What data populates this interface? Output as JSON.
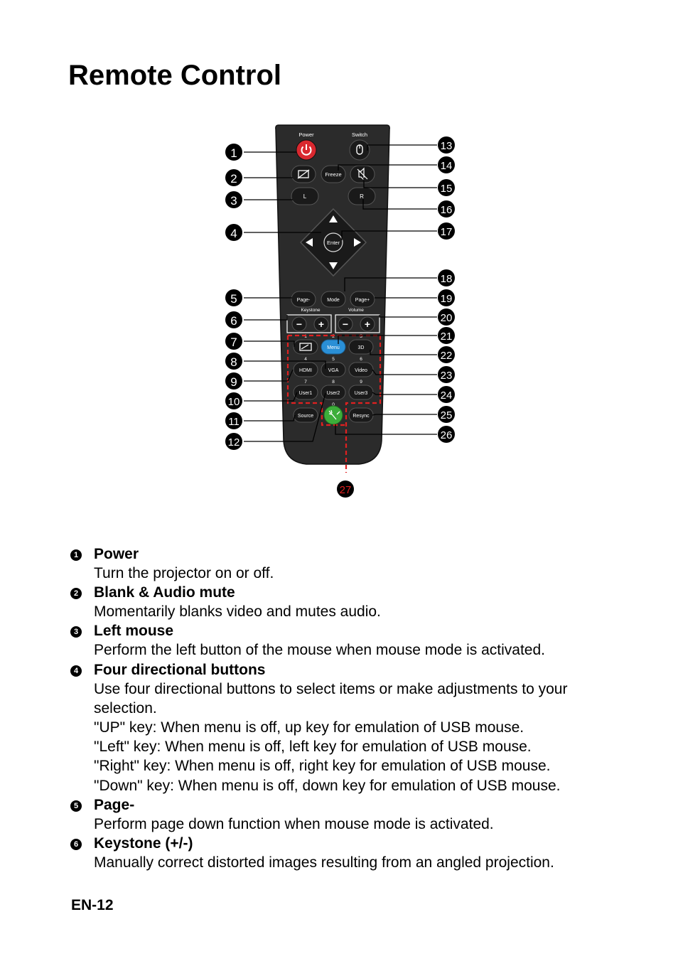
{
  "page": {
    "title": "Remote Control",
    "footer": "EN-12"
  },
  "remote": {
    "top_labels": [
      "Power",
      "Switch"
    ],
    "buttons": {
      "freeze": "Freeze",
      "left_mouse": "L",
      "right_mouse": "R",
      "enter": "Enter",
      "page_minus": "Page-",
      "mode": "Mode",
      "page_plus": "Page+",
      "keystone_label": "Keystone",
      "volume_label": "Volume",
      "minus": "−",
      "plus": "+",
      "menu": "Menu",
      "three_d": "3D",
      "hdmi": "HDMI",
      "vga": "VGA",
      "video": "Video",
      "user1": "User1",
      "user2": "User2",
      "user3": "User3",
      "source": "Source",
      "resync": "Resync"
    },
    "digits": [
      "1",
      "2",
      "3",
      "4",
      "5",
      "6",
      "7",
      "8",
      "9",
      "0"
    ],
    "callouts_left": [
      "1",
      "2",
      "3",
      "4",
      "5",
      "6",
      "7",
      "8",
      "9",
      "10",
      "11",
      "12"
    ],
    "callouts_right": [
      "13",
      "14",
      "15",
      "16",
      "17",
      "18",
      "19",
      "20",
      "21",
      "22",
      "23",
      "24",
      "25",
      "26"
    ],
    "callout_bottom": "27",
    "colors": {
      "body": "#2b2b2b",
      "button": "#1a1a1a",
      "power": "#d9282f",
      "menu": "#2a8fd6",
      "laser": "#3cae3a",
      "dashed": "#e02020"
    }
  },
  "items": [
    {
      "num": "1",
      "title": "Power",
      "desc": [
        "Turn the projector on or off."
      ]
    },
    {
      "num": "2",
      "title": "Blank & Audio mute",
      "desc": [
        "Momentarily blanks video and mutes audio."
      ]
    },
    {
      "num": "3",
      "title": "Left mouse",
      "desc": [
        "Perform the left button of the mouse when mouse mode is activated."
      ]
    },
    {
      "num": "4",
      "title": "Four directional buttons",
      "desc": [
        "Use four directional buttons to select items or make adjustments to your selection.",
        "\"UP\" key: When menu is off, up key for emulation of USB mouse.",
        "\"Left\" key: When menu is off, left key for emulation of USB mouse.",
        "\"Right\" key: When menu is off, right key for emulation of USB mouse.",
        "\"Down\" key: When menu is off, down key for emulation of USB mouse."
      ]
    },
    {
      "num": "5",
      "title": "Page-",
      "desc": [
        "Perform page down function when mouse mode is activated."
      ]
    },
    {
      "num": "6",
      "title": "Keystone (+/-)",
      "desc": [
        "Manually correct distorted images resulting from an angled projection."
      ]
    }
  ]
}
